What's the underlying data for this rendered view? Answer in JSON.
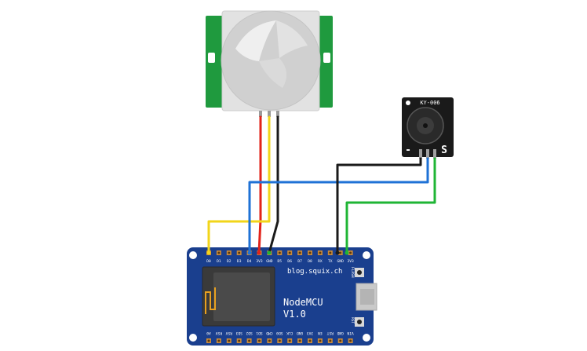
{
  "colors": {
    "background": "#ffffff",
    "pir_board": "#1f9a3e",
    "pir_lens_frame": "#e2e2e2",
    "board": "#1a3f8e",
    "board_dark": "#12306e",
    "header_pin": "#c98a3a",
    "esp_module": "#454545",
    "antenna": "#e8a020",
    "usb": "#c9c9c9",
    "wire_red": "#e2231a",
    "wire_yellow": "#f2d51a",
    "wire_black": "#1a1a1a",
    "wire_blue": "#1f72d6",
    "wire_green": "#1fb535",
    "buzzer_board": "#1a1a1a"
  },
  "pir_sensor": {
    "icon": "pir-motion-sensor-icon"
  },
  "buzzer_module": {
    "label": "KY-006",
    "minus_label": "-",
    "signal_label": "S"
  },
  "nodemcu": {
    "website": "blog.squix.ch",
    "name": "NodeMCU",
    "version": "V1.0",
    "flash_label": "FLASH",
    "reset_label": "RST",
    "top_pins": [
      "D0",
      "D1",
      "D2",
      "D3",
      "D4",
      "3V3",
      "GND",
      "D5",
      "D6",
      "D7",
      "D8",
      "RX",
      "TX",
      "GND",
      "3V3"
    ],
    "bottom_pins": [
      "A0",
      "RSV",
      "RSV",
      "SD3",
      "SD2",
      "SD1",
      "CMD",
      "SD0",
      "CLK",
      "GND",
      "3V3",
      "EN",
      "RST",
      "GND",
      "VIN"
    ]
  }
}
